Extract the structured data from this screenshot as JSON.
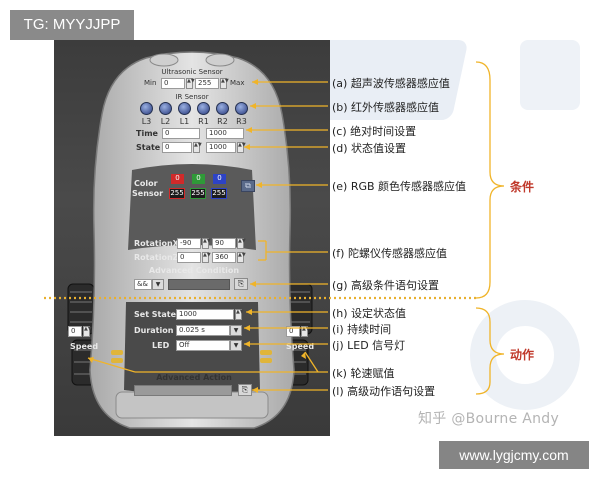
{
  "watermark_top_left": "TG: MYYJJPP",
  "watermark_bottom_right": "www.lygjcmy.com",
  "watermark_zhihu": "知乎 @Bourne Andy",
  "colors": {
    "accent_line": "#f0b429",
    "category_text": "#c0392b",
    "panel_bg": "#3e3e3e",
    "car_body": "#d7d7d7"
  },
  "ultrasonic": {
    "title": "Ultrasonic Sensor",
    "min_label": "Min",
    "min_value": "0",
    "max_value": "255",
    "max_label": "Max"
  },
  "ir": {
    "title": "IR Sensor",
    "labels": [
      "L3",
      "L2",
      "L1",
      "R1",
      "R2",
      "R3"
    ]
  },
  "time": {
    "label": "Time",
    "value_left": "0",
    "value_right": "1000"
  },
  "state": {
    "label": "State",
    "value_left": "0",
    "value_right": "1000"
  },
  "color_sensor": {
    "label_line1": "Color",
    "label_line2": "Sensor",
    "channels": [
      "0",
      "0",
      "0"
    ],
    "values": [
      "255",
      "255",
      "255"
    ]
  },
  "rotation": {
    "x_label": "RotationX",
    "x_value_1": "-90",
    "x_value_2": "90",
    "z_label": "RotationZ",
    "z_value_1": "0",
    "z_value_2": "360"
  },
  "advanced_condition": {
    "title": "Advanced Condition",
    "operator": "&&"
  },
  "set_state": {
    "label": "Set State",
    "value": "1000"
  },
  "duration": {
    "label": "Duration",
    "value": "0.025 s"
  },
  "led": {
    "label": "LED",
    "value": "Off"
  },
  "speed_left": {
    "value": "0",
    "label": "Speed"
  },
  "speed_right": {
    "value": "0",
    "label": "Speed"
  },
  "advanced_action": {
    "title": "Advanced Action"
  },
  "annotations": [
    "(a) 超声波传感器感应值",
    "(b) 红外传感器感应值",
    "(c)  绝对时间设置",
    "(d)  状态值设置",
    "(e) RGB 颜色传感器感应值",
    "(f) 陀螺仪传感器感应值",
    "(g) 高级条件语句设置",
    "(h) 设定状态值",
    "(i) 持续时间",
    "(j) LED 信号灯",
    "(k) 轮速赋值",
    "(l) 高级动作语句设置"
  ],
  "categories": {
    "condition": "条件",
    "action": "动作"
  }
}
